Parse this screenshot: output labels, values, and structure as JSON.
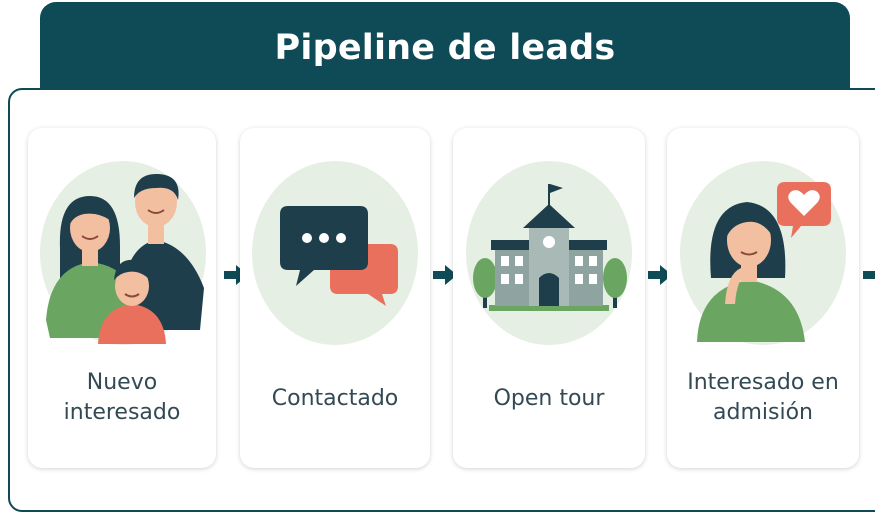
{
  "title": "Pipeline de leads",
  "stages": [
    {
      "label": "Nuevo interesado",
      "icon": "family-icon"
    },
    {
      "label": "Contactado",
      "icon": "chat-bubbles-icon"
    },
    {
      "label": "Open tour",
      "icon": "school-building-icon"
    },
    {
      "label": "Interesado en admisión",
      "icon": "woman-thinking-heart-icon"
    }
  ],
  "colors": {
    "header": "#0f4a57",
    "circle": "#e6efe3",
    "green": "#6aa561",
    "coral": "#e8705d",
    "dark": "#1f3e4c"
  }
}
